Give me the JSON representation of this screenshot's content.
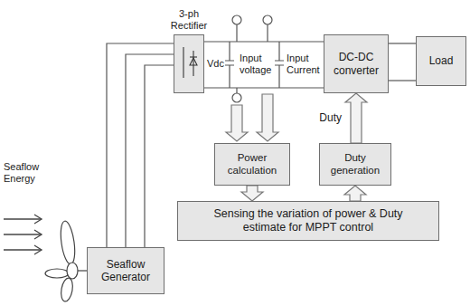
{
  "diagram": {
    "nodes": [
      {
        "text": [
          "3-ph Rectifier"
        ]
      },
      {
        "text": [
          "DC-DC converter"
        ]
      },
      {
        "text": [
          "Load"
        ]
      },
      {
        "text": [
          "Power calculation"
        ]
      },
      {
        "text": [
          "Duty generation"
        ]
      },
      {
        "text": [
          "Sensing the variation of power & Duty estimate for MPPT control"
        ]
      },
      {
        "text": [
          "Seaflow Generator"
        ]
      }
    ],
    "edges": [
      {
        "from": 6,
        "to": 0,
        "arrow": "none"
      },
      {
        "from": 0,
        "to": 1,
        "arrow": "none"
      },
      {
        "from": 1,
        "to": 2,
        "arrow": "none"
      },
      {
        "from": 3,
        "to": 5,
        "arrow": "to"
      },
      {
        "from": 5,
        "to": 4,
        "arrow": "to"
      },
      {
        "from": 4,
        "to": 1,
        "arrow": "to",
        "label": "Duty"
      }
    ],
    "labels": [
      "Seaflow Energy",
      "Vdc",
      "Input voltage",
      "Input Current"
    ]
  }
}
